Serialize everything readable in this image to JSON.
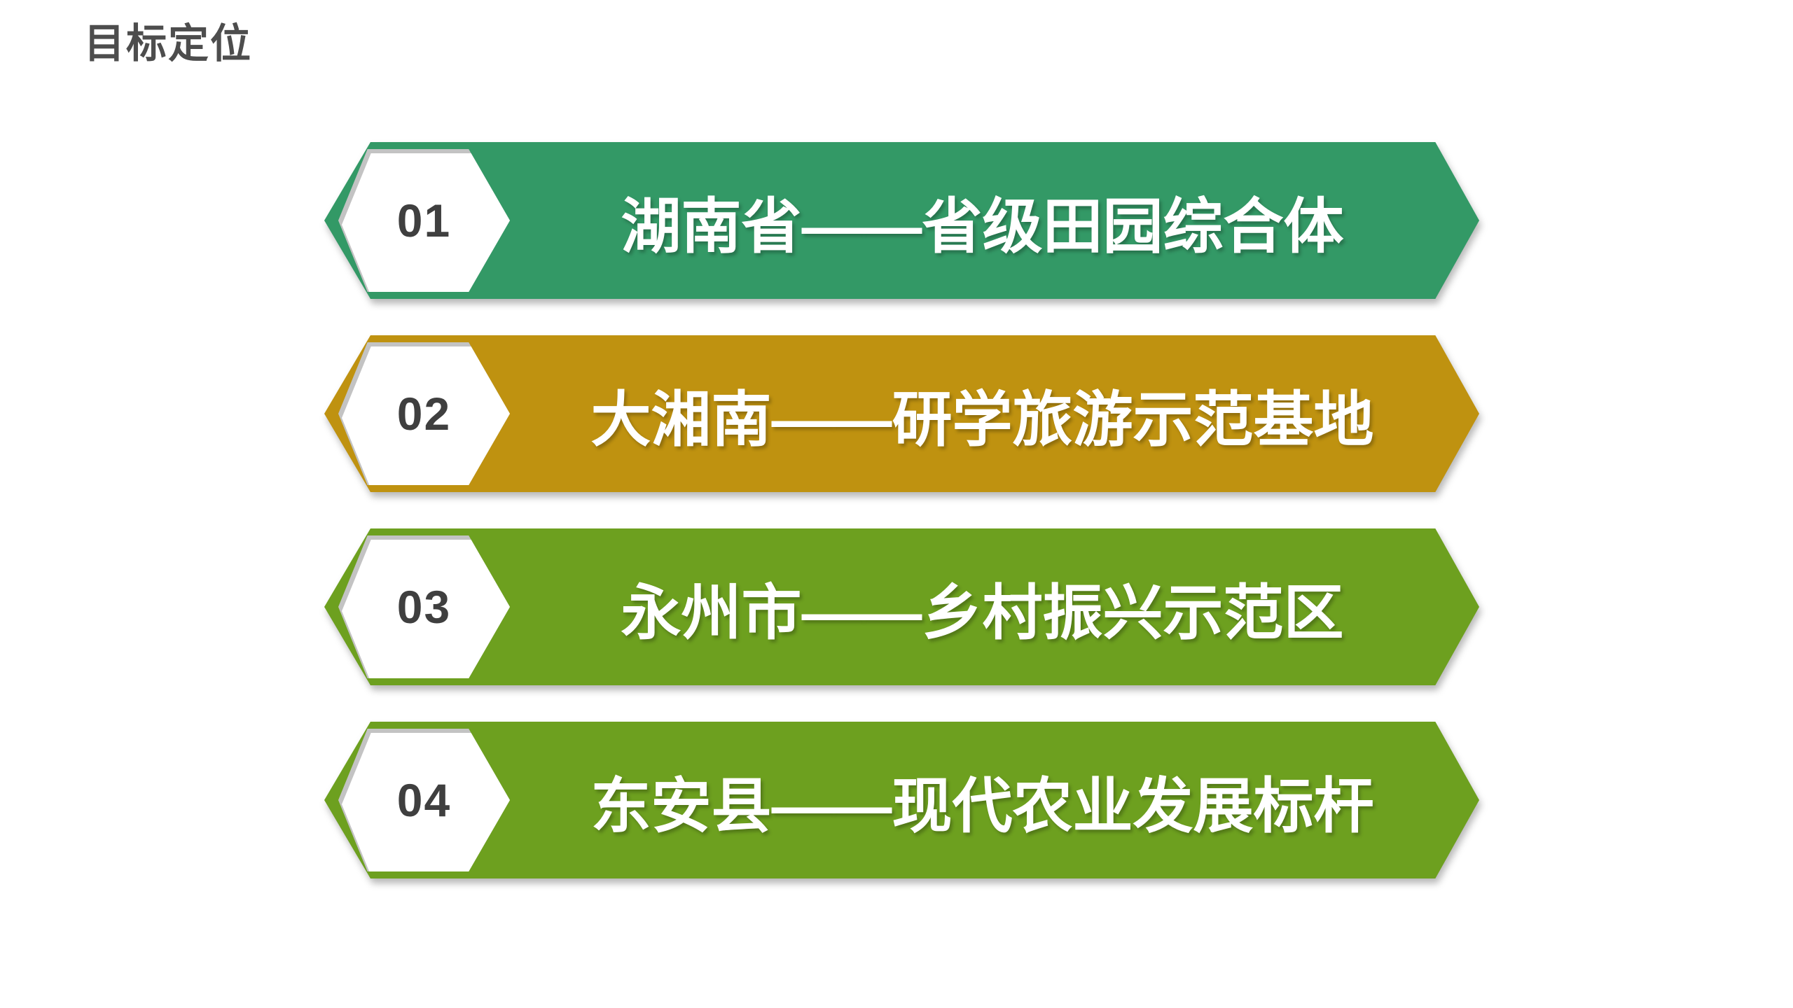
{
  "title": "目标定位",
  "colors": {
    "background": "#ffffff",
    "title_text": "#4d4d4d",
    "number_text": "#3f3f3f",
    "label_text": "#ffffff",
    "badge_fill": "#ffffff"
  },
  "banners": [
    {
      "number": "01",
      "label": "湖南省——省级田园综合体",
      "color": "#339966"
    },
    {
      "number": "02",
      "label": "大湘南——研学旅游示范基地",
      "color": "#bf9210"
    },
    {
      "number": "03",
      "label": "永州市——乡村振兴示范区",
      "color": "#6da01f"
    },
    {
      "number": "04",
      "label": "东安县——现代农业发展标杆",
      "color": "#6da01f"
    }
  ]
}
